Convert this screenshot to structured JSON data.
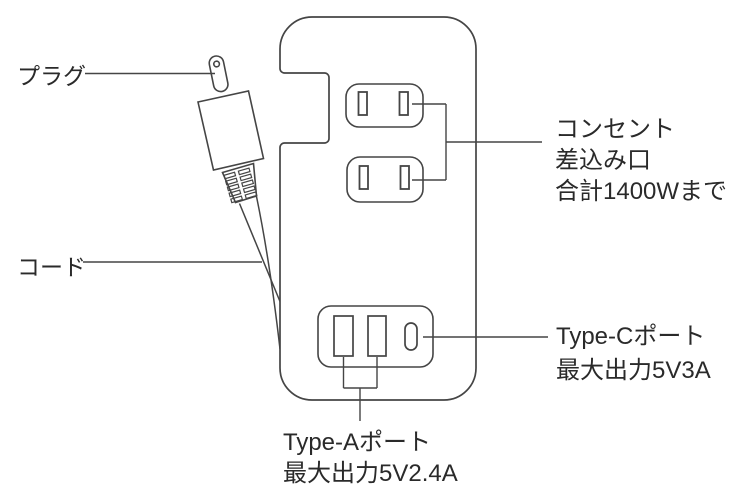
{
  "diagram_type": "product-callout-diagram",
  "colors": {
    "line": "#454545",
    "text": "#2a2a2a",
    "background": "#ffffff"
  },
  "labels": {
    "plug": "プラグ",
    "cord": "コード",
    "outlet": {
      "line1": "コンセント",
      "line2": "差込み口",
      "line3": "合計1400Wまで"
    },
    "type_c": {
      "line1": "Type-Cポート",
      "line2": "最大出力5V3A"
    },
    "type_a": {
      "line1": "Type-Aポート",
      "line2": "最大出力5V2.4A"
    }
  },
  "specs": {
    "outlet_total_wattage": "1400W",
    "type_c_max_output": "5V3A",
    "type_a_max_output": "5V2.4A"
  }
}
